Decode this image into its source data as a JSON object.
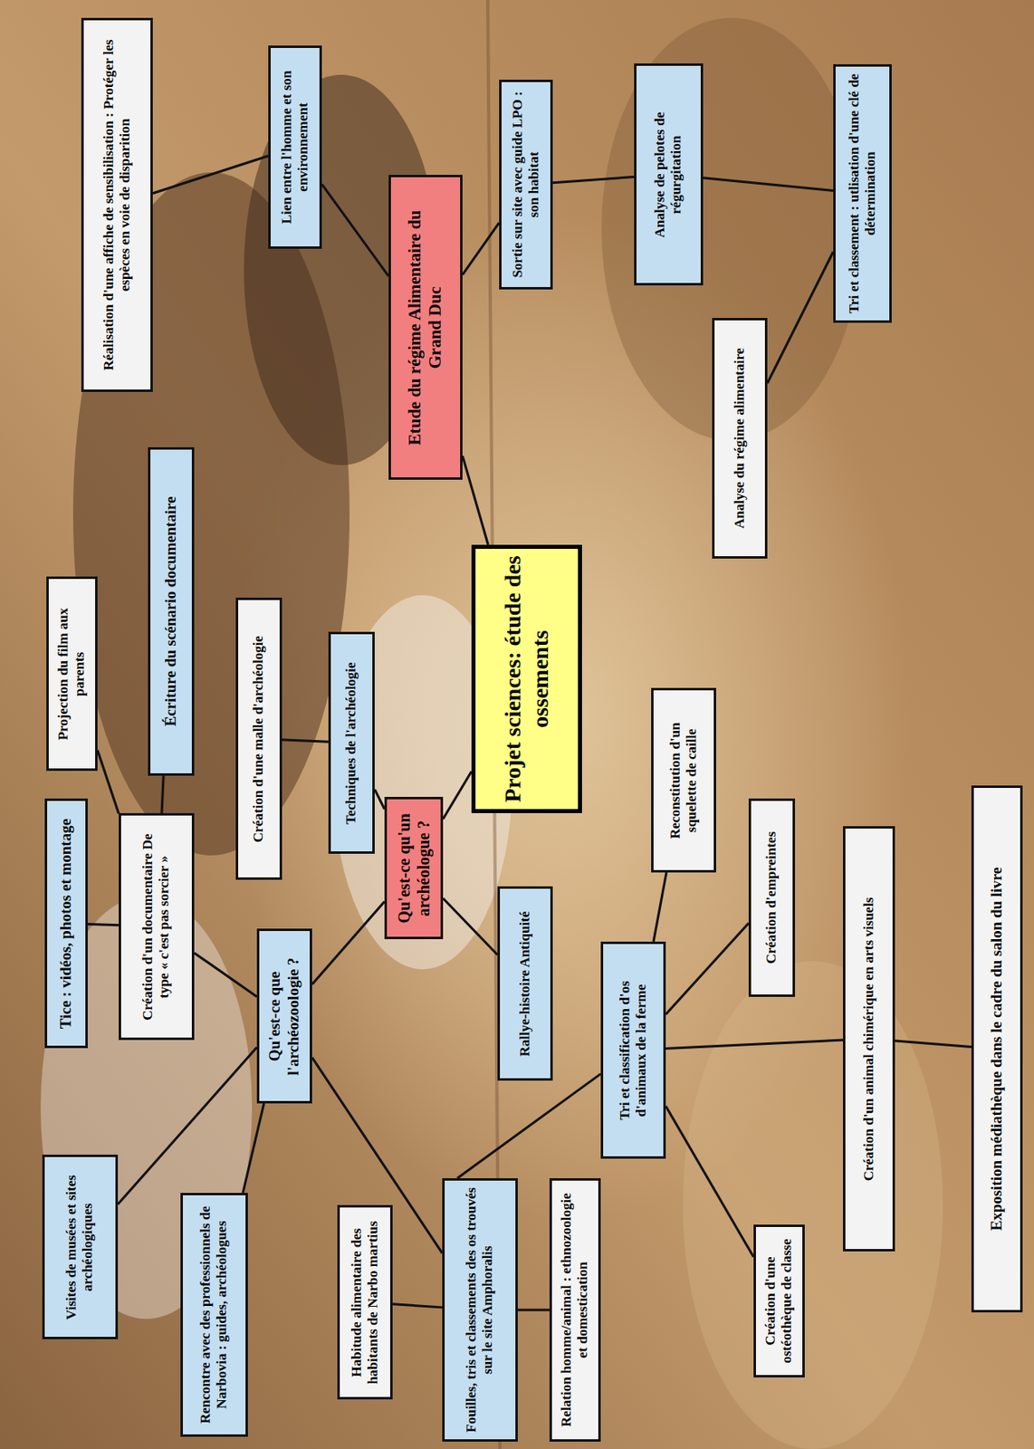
{
  "diagram": {
    "nodes": [
      {
        "text": [
          "Projet sciences: étude des ossements"
        ]
      },
      {
        "text": [
          "Qu'est-ce qu'un archéologue ?"
        ]
      },
      {
        "text": [
          "Etude du régime Alimentaire du Grand Duc"
        ]
      },
      {
        "text": [
          "Qu'est-ce que l'archéozoologie ?"
        ]
      },
      {
        "text": [
          "Techniques de l'archéologie"
        ]
      },
      {
        "text": [
          "Création d'une malle d'archéologie"
        ]
      },
      {
        "text": [
          "Rallye-histoire Antiquité"
        ]
      },
      {
        "text": [
          "Création d'un documentaire De type « c'est pas sorcier »"
        ]
      },
      {
        "text": [
          "Tice : vidéos, photos et montage"
        ]
      },
      {
        "text": [
          "Projection du film aux parents"
        ]
      },
      {
        "text": [
          "Écriture du scénario documentaire"
        ]
      },
      {
        "text": [
          "Visites de musées et sites archéologiques"
        ]
      },
      {
        "text": [
          "Rencontre avec des professionnels de Narbovia : guides, archéologues"
        ]
      },
      {
        "text": [
          "Habitude alimentaire des habitants de Narbo martius"
        ]
      },
      {
        "text": [
          "Fouilles, tris et classements des os trouvés sur le site Amphoralis"
        ]
      },
      {
        "text": [
          "Relation homme/animal : ethnozoologie et domestication"
        ]
      },
      {
        "text": [
          "Tri et classification d'os d'animaux de la ferme"
        ]
      },
      {
        "text": [
          "Reconstitution d'un squelette de caille"
        ]
      },
      {
        "text": [
          "Création d'empreintes"
        ]
      },
      {
        "text": [
          "Création d'une ostéothèque de classe"
        ]
      },
      {
        "text": [
          "Création d'un animal chimérique en arts visuels"
        ]
      },
      {
        "text": [
          "Exposition médiathèque dans le cadre du salon du livre"
        ]
      },
      {
        "text": [
          "Lien entre l'homme et son environnement"
        ]
      },
      {
        "text": [
          "Réalisation d'une affiche de sensibilisation : Protéger les espèces en voie de disparition"
        ]
      },
      {
        "text": [
          "Sortie sur site avec guide LPO : son habitat"
        ]
      },
      {
        "text": [
          "Analyse de pelotes de régurgitation"
        ]
      },
      {
        "text": [
          "Tri et classement : utlisation d'une clé de détermination"
        ]
      },
      {
        "text": [
          "Analyse du régime alimentaire"
        ]
      }
    ],
    "edges": [
      {
        "from": 0,
        "to": 1,
        "arrow": "none"
      },
      {
        "from": 0,
        "to": 2,
        "arrow": "none"
      },
      {
        "from": 1,
        "to": 3,
        "arrow": "none"
      },
      {
        "from": 1,
        "to": 4,
        "arrow": "none"
      },
      {
        "from": 4,
        "to": 5,
        "arrow": "none"
      },
      {
        "from": 1,
        "to": 6,
        "arrow": "none"
      },
      {
        "from": 3,
        "to": 7,
        "arrow": "none"
      },
      {
        "from": 7,
        "to": 8,
        "arrow": "none"
      },
      {
        "from": 7,
        "to": 9,
        "arrow": "none"
      },
      {
        "from": 7,
        "to": 10,
        "arrow": "none"
      },
      {
        "from": 3,
        "to": 11,
        "arrow": "none"
      },
      {
        "from": 3,
        "to": 12,
        "arrow": "none"
      },
      {
        "from": 3,
        "to": 14,
        "arrow": "none"
      },
      {
        "from": 14,
        "to": 13,
        "arrow": "none"
      },
      {
        "from": 14,
        "to": 15,
        "arrow": "none"
      },
      {
        "from": 14,
        "to": 16,
        "arrow": "none"
      },
      {
        "from": 16,
        "to": 17,
        "arrow": "none"
      },
      {
        "from": 16,
        "to": 18,
        "arrow": "none"
      },
      {
        "from": 16,
        "to": 19,
        "arrow": "none"
      },
      {
        "from": 16,
        "to": 20,
        "arrow": "none"
      },
      {
        "from": 20,
        "to": 21,
        "arrow": "none"
      },
      {
        "from": 2,
        "to": 22,
        "arrow": "none"
      },
      {
        "from": 22,
        "to": 23,
        "arrow": "none"
      },
      {
        "from": 2,
        "to": 24,
        "arrow": "none"
      },
      {
        "from": 24,
        "to": 25,
        "arrow": "none"
      },
      {
        "from": 25,
        "to": 26,
        "arrow": "none"
      },
      {
        "from": 26,
        "to": 27,
        "arrow": "none"
      }
    ]
  }
}
